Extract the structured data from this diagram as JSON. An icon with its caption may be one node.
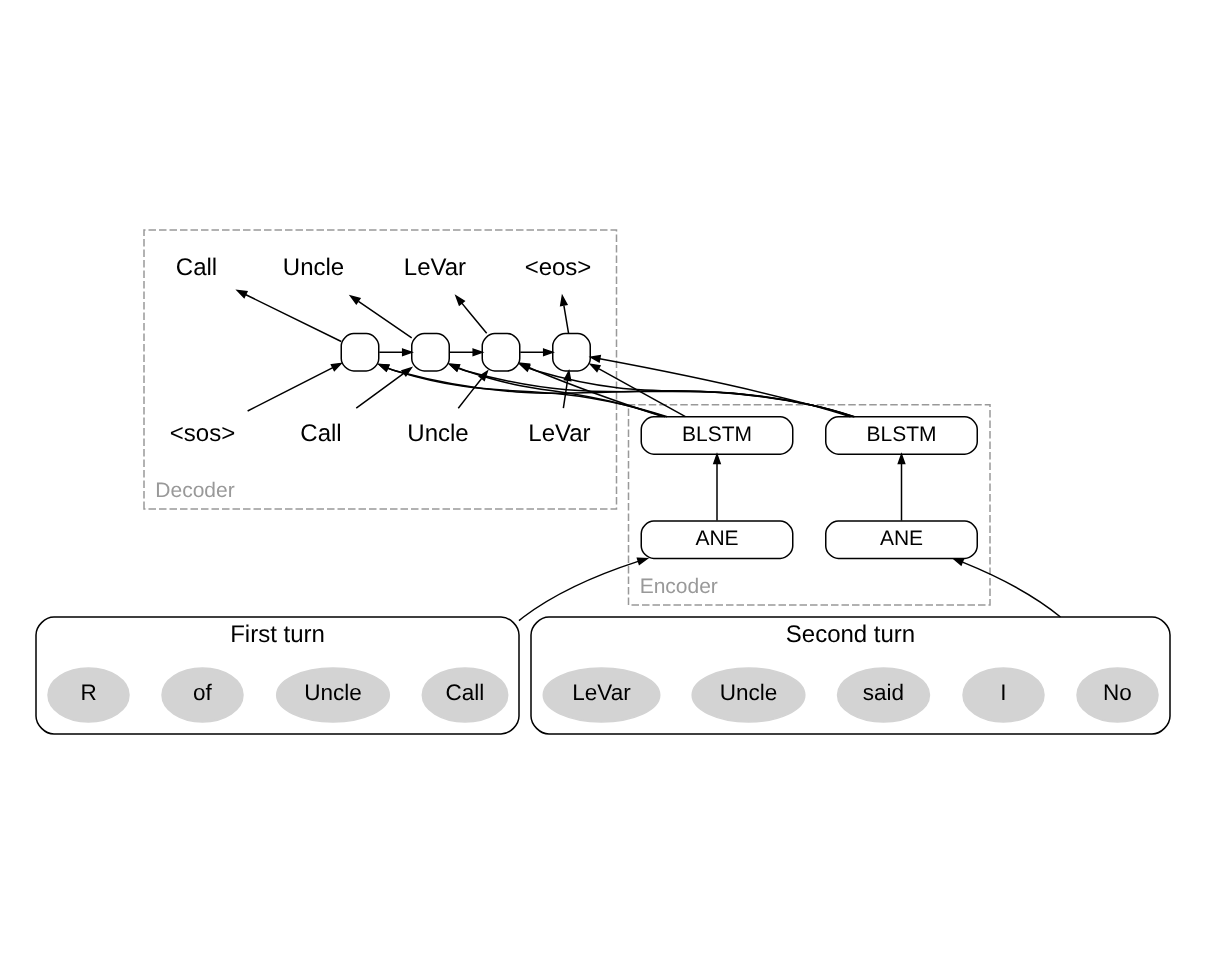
{
  "diagram": {
    "nodes": [
      {
        "text": [
          "Decoder"
        ]
      },
      {
        "text": [
          "Call"
        ],
        "in": 0
      },
      {
        "text": [
          "Uncle"
        ],
        "in": 0
      },
      {
        "text": [
          "LeVar"
        ],
        "in": 0
      },
      {
        "text": [
          "<eos>"
        ],
        "in": 0
      },
      {
        "text": [],
        "shape": "box",
        "in": 0
      },
      {
        "text": [],
        "shape": "box",
        "in": 0
      },
      {
        "text": [],
        "shape": "box",
        "in": 0
      },
      {
        "text": [],
        "shape": "box",
        "in": 0
      },
      {
        "text": [
          "<sos>"
        ],
        "in": 0
      },
      {
        "text": [
          "Call"
        ],
        "in": 0
      },
      {
        "text": [
          "Uncle"
        ],
        "in": 0
      },
      {
        "text": [
          "LeVar"
        ],
        "in": 0
      },
      {
        "text": [
          "Encoder"
        ]
      },
      {
        "text": [
          "BLSTM"
        ],
        "in": 13
      },
      {
        "text": [
          "BLSTM"
        ],
        "in": 13
      },
      {
        "text": [
          "ANE"
        ],
        "in": 13
      },
      {
        "text": [
          "ANE"
        ],
        "in": 13
      },
      {
        "text": [
          "First turn"
        ]
      },
      {
        "text": [
          "Second turn"
        ]
      },
      {
        "text": [
          "Call"
        ],
        "in": 18
      },
      {
        "text": [
          "Uncle"
        ],
        "in": 18
      },
      {
        "text": [
          "of"
        ],
        "in": 18
      },
      {
        "text": [
          "R"
        ],
        "in": 18
      },
      {
        "text": [
          "No"
        ],
        "in": 19
      },
      {
        "text": [
          "I"
        ],
        "in": 19
      },
      {
        "text": [
          "said"
        ],
        "in": 19
      },
      {
        "text": [
          "Uncle"
        ],
        "in": 19
      },
      {
        "text": [
          "LeVar"
        ],
        "in": 19
      }
    ],
    "edges": [
      {
        "from": 5,
        "to": 1,
        "arrow": "to"
      },
      {
        "from": 6,
        "to": 2,
        "arrow": "to"
      },
      {
        "from": 7,
        "to": 3,
        "arrow": "to"
      },
      {
        "from": 8,
        "to": 4,
        "arrow": "to"
      },
      {
        "from": 5,
        "to": 6,
        "arrow": "to"
      },
      {
        "from": 6,
        "to": 7,
        "arrow": "to"
      },
      {
        "from": 7,
        "to": 8,
        "arrow": "to"
      },
      {
        "from": 9,
        "to": 5,
        "arrow": "to"
      },
      {
        "from": 10,
        "to": 6,
        "arrow": "to"
      },
      {
        "from": 11,
        "to": 7,
        "arrow": "to"
      },
      {
        "from": 12,
        "to": 8,
        "arrow": "to"
      },
      {
        "from": 14,
        "to": 5,
        "arrow": "to"
      },
      {
        "from": 14,
        "to": 6,
        "arrow": "to"
      },
      {
        "from": 14,
        "to": 7,
        "arrow": "to"
      },
      {
        "from": 14,
        "to": 8,
        "arrow": "to"
      },
      {
        "from": 15,
        "to": 5,
        "arrow": "to"
      },
      {
        "from": 15,
        "to": 6,
        "arrow": "to"
      },
      {
        "from": 15,
        "to": 7,
        "arrow": "to"
      },
      {
        "from": 15,
        "to": 8,
        "arrow": "to"
      },
      {
        "from": 16,
        "to": 14,
        "arrow": "to"
      },
      {
        "from": 17,
        "to": 15,
        "arrow": "to"
      },
      {
        "from": 18,
        "to": 16,
        "arrow": "to"
      },
      {
        "from": 19,
        "to": 17,
        "arrow": "to"
      }
    ]
  }
}
